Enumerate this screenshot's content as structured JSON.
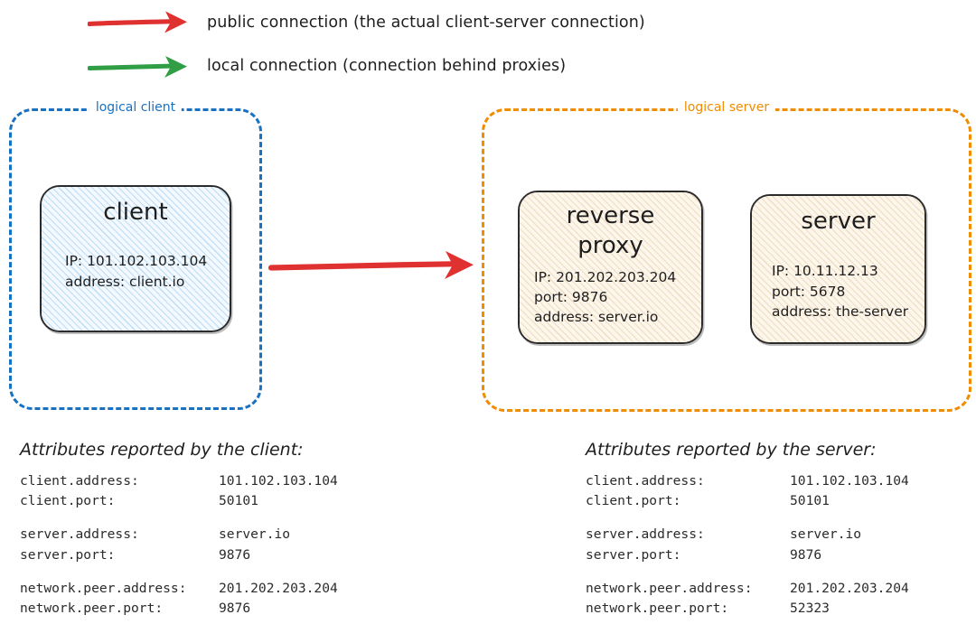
{
  "legend": {
    "items": [
      {
        "icon": "red-arrow-icon",
        "color": "#e03131",
        "label": "public connection (the actual client-server connection)"
      },
      {
        "icon": "green-arrow-icon",
        "color": "#2f9e44",
        "label": "local connection (connection behind proxies)"
      }
    ]
  },
  "groups": {
    "client": {
      "label": "logical client",
      "color": "#1971c2"
    },
    "server": {
      "label": "logical server",
      "color": "#f08c00"
    }
  },
  "nodes": {
    "client": {
      "title": "client",
      "props": [
        "IP: 101.102.103.104",
        "address: client.io"
      ]
    },
    "reverse_proxy": {
      "title": "reverse\nproxy",
      "props": [
        "IP: 201.202.203.204",
        "port: 9876",
        "address: server.io"
      ]
    },
    "server": {
      "title": "server",
      "props": [
        "IP: 10.11.12.13",
        "port: 5678",
        "address: the-server"
      ]
    }
  },
  "connection": {
    "icon": "red-arrow-icon",
    "color": "#e03131"
  },
  "attributes_client": {
    "heading": "Attributes reported by the client:",
    "groups": [
      [
        {
          "key": "client.address:",
          "value": "101.102.103.104"
        },
        {
          "key": "client.port:",
          "value": "50101"
        }
      ],
      [
        {
          "key": "server.address:",
          "value": "server.io"
        },
        {
          "key": "server.port:",
          "value": "9876"
        }
      ],
      [
        {
          "key": "network.peer.address:",
          "value": "201.202.203.204"
        },
        {
          "key": "network.peer.port:",
          "value": "9876"
        }
      ]
    ]
  },
  "attributes_server": {
    "heading": "Attributes reported by the server:",
    "groups": [
      [
        {
          "key": "client.address:",
          "value": "101.102.103.104"
        },
        {
          "key": "client.port:",
          "value": "50101"
        }
      ],
      [
        {
          "key": "server.address:",
          "value": "server.io"
        },
        {
          "key": "server.port:",
          "value": "9876"
        }
      ],
      [
        {
          "key": "network.peer.address:",
          "value": "201.202.203.204"
        },
        {
          "key": "network.peer.port:",
          "value": "52323"
        }
      ]
    ]
  }
}
